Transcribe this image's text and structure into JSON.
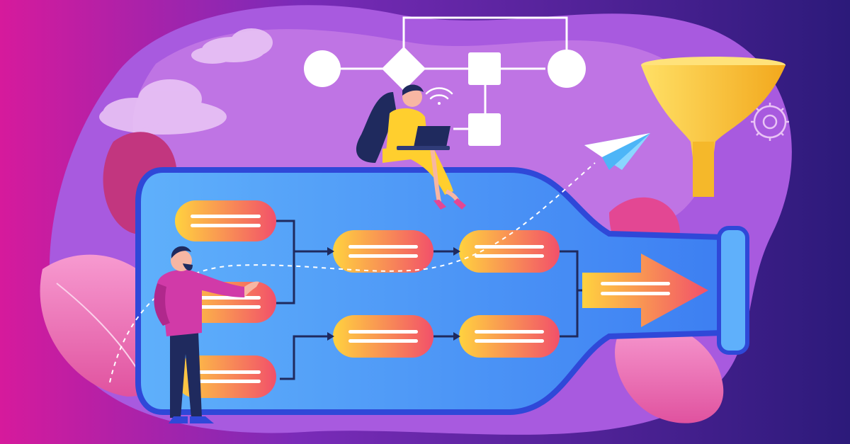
{
  "illustration": {
    "subject": "bottleneck-process-flow",
    "colors": {
      "background_left": "#d61a9c",
      "background_right": "#2c1a7a",
      "blob_light": "#c77de6",
      "blob_mid": "#a85adf",
      "bottle": "#4a9bf5",
      "bottle_edge": "#2f48d8",
      "pill_warm": "#ffd23f",
      "pill_hot": "#f2506a",
      "funnel": "#ffcc33",
      "flowchart": "#ffffff",
      "figure_shirt": "#d13aa8",
      "figure_pants": "#1f2a5e",
      "leaf_pink": "#f47fc0"
    },
    "icons": [
      "flowchart-diagram",
      "funnel-icon",
      "gear-icon",
      "paper-plane-icon",
      "wifi-icon",
      "cloud-icon",
      "laptop-icon"
    ],
    "pill_count": 8,
    "people": [
      "woman-with-laptop",
      "bearded-man-pointing"
    ]
  }
}
